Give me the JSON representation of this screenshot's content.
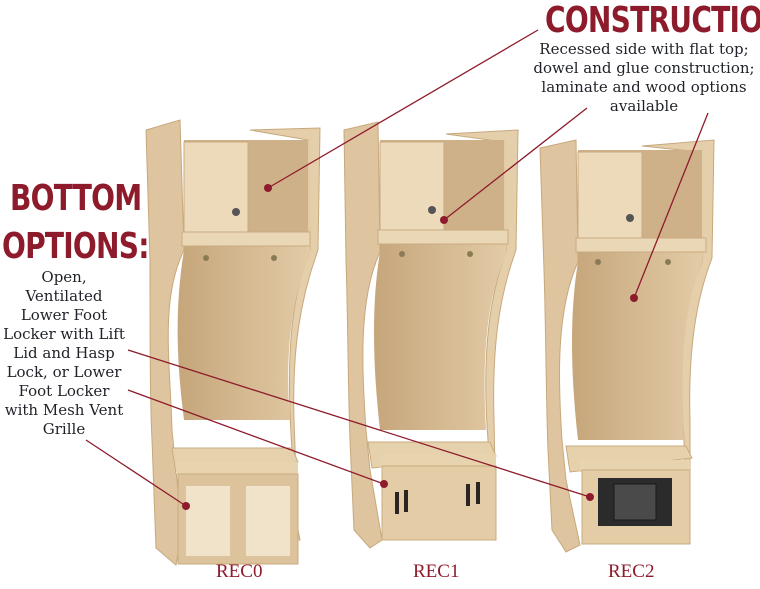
{
  "construction": {
    "title": "CONSTRUCTION:",
    "lines": [
      "Recessed side with flat top;",
      "dowel and glue construction;",
      "laminate and wood options",
      "available"
    ]
  },
  "bottom_options": {
    "title_line1": "BOTTOM",
    "title_line2": "OPTIONS:",
    "lines": [
      "Open,",
      "Ventilated",
      "Lower Foot",
      "Locker with Lift",
      "Lid and Hasp",
      "Lock, or Lower",
      "Foot Locker",
      "with Mesh Vent",
      "Grille"
    ]
  },
  "lockers": [
    {
      "label": "REC0"
    },
    {
      "label": "REC1"
    },
    {
      "label": "REC2"
    }
  ],
  "colors": {
    "accent": "#8e1b2b",
    "wood_light": "#e9d6b4",
    "wood_mid": "#dcc39b",
    "wood_dark": "#c9ab80",
    "text": "#1f2228"
  }
}
